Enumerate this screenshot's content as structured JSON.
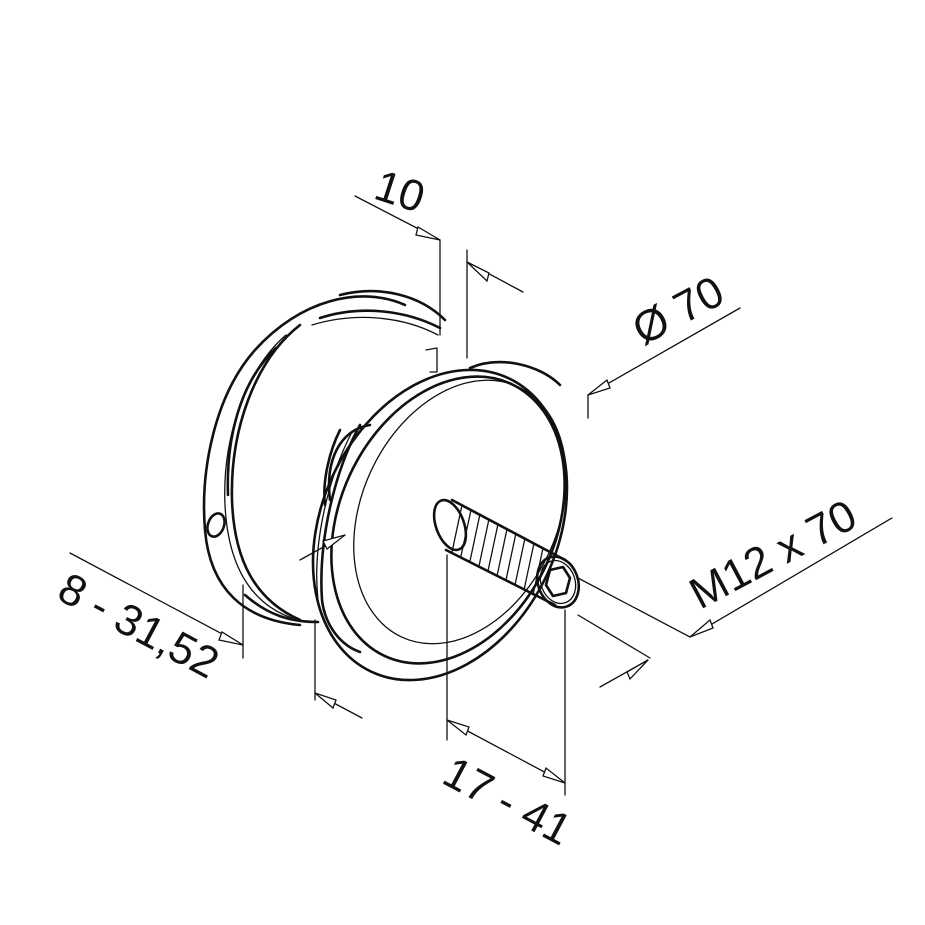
{
  "dimensions": {
    "thickness": "10",
    "diameter": "Ø 70",
    "bolt": "M12 x 70",
    "glass_range": "8 - 31,52",
    "offset_range": "17 - 41"
  },
  "colors": {
    "line": "#111111",
    "background": "#ffffff"
  }
}
